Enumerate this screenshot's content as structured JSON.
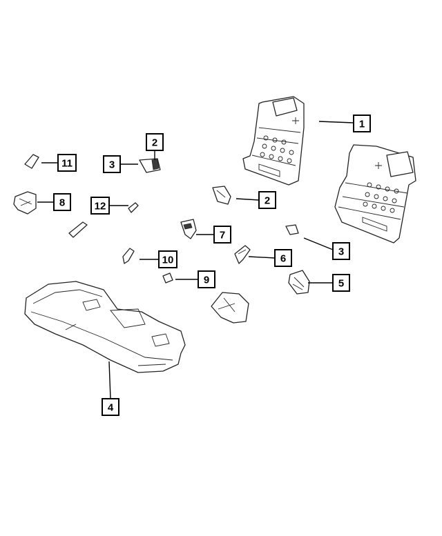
{
  "callouts": [
    {
      "id": "c1",
      "label": "1"
    },
    {
      "id": "c2a",
      "label": "2"
    },
    {
      "id": "c2b",
      "label": "2"
    },
    {
      "id": "c3a",
      "label": "3"
    },
    {
      "id": "c3b",
      "label": "3"
    },
    {
      "id": "c4",
      "label": "4"
    },
    {
      "id": "c5",
      "label": "5"
    },
    {
      "id": "c6",
      "label": "6"
    },
    {
      "id": "c7",
      "label": "7"
    },
    {
      "id": "c8",
      "label": "8"
    },
    {
      "id": "c9",
      "label": "9"
    },
    {
      "id": "c10",
      "label": "10"
    },
    {
      "id": "c11",
      "label": "11"
    },
    {
      "id": "c12",
      "label": "12"
    }
  ]
}
